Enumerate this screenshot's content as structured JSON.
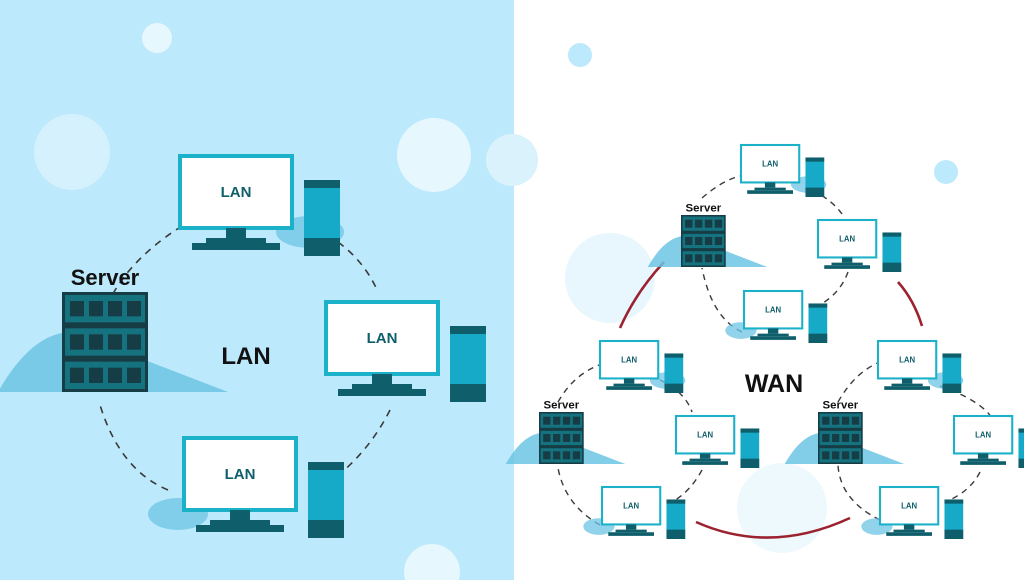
{
  "colors": {
    "left_bg": "#bde9fd",
    "right_bg": "#ffffff",
    "monitor_frame": "#1bb1c9",
    "monitor_dark": "#0f5e6b",
    "screen_fill": "#ffffff",
    "tower_fill": "#16aac8",
    "server_dark": "#163c46",
    "server_teal": "#15737f",
    "shadow": "#6cc4e3",
    "wan_link": "#9b2330",
    "dashed_link": "#3a3a3a",
    "circle_decor": "#e5f6fe"
  },
  "lan_panel": {
    "title": "LAN",
    "server_label": "Server",
    "computers": [
      {
        "label": "LAN"
      },
      {
        "label": "LAN"
      },
      {
        "label": "LAN"
      }
    ]
  },
  "wan_panel": {
    "title": "WAN",
    "clusters": [
      {
        "server_label": "Server",
        "computers": [
          {
            "label": "LAN"
          },
          {
            "label": "LAN"
          },
          {
            "label": "LAN"
          }
        ]
      },
      {
        "server_label": "Server",
        "computers": [
          {
            "label": "LAN"
          },
          {
            "label": "LAN"
          },
          {
            "label": "LAN"
          }
        ]
      },
      {
        "server_label": "Server",
        "computers": [
          {
            "label": "LAN"
          },
          {
            "label": "LAN"
          },
          {
            "label": "LAN"
          }
        ]
      }
    ]
  }
}
